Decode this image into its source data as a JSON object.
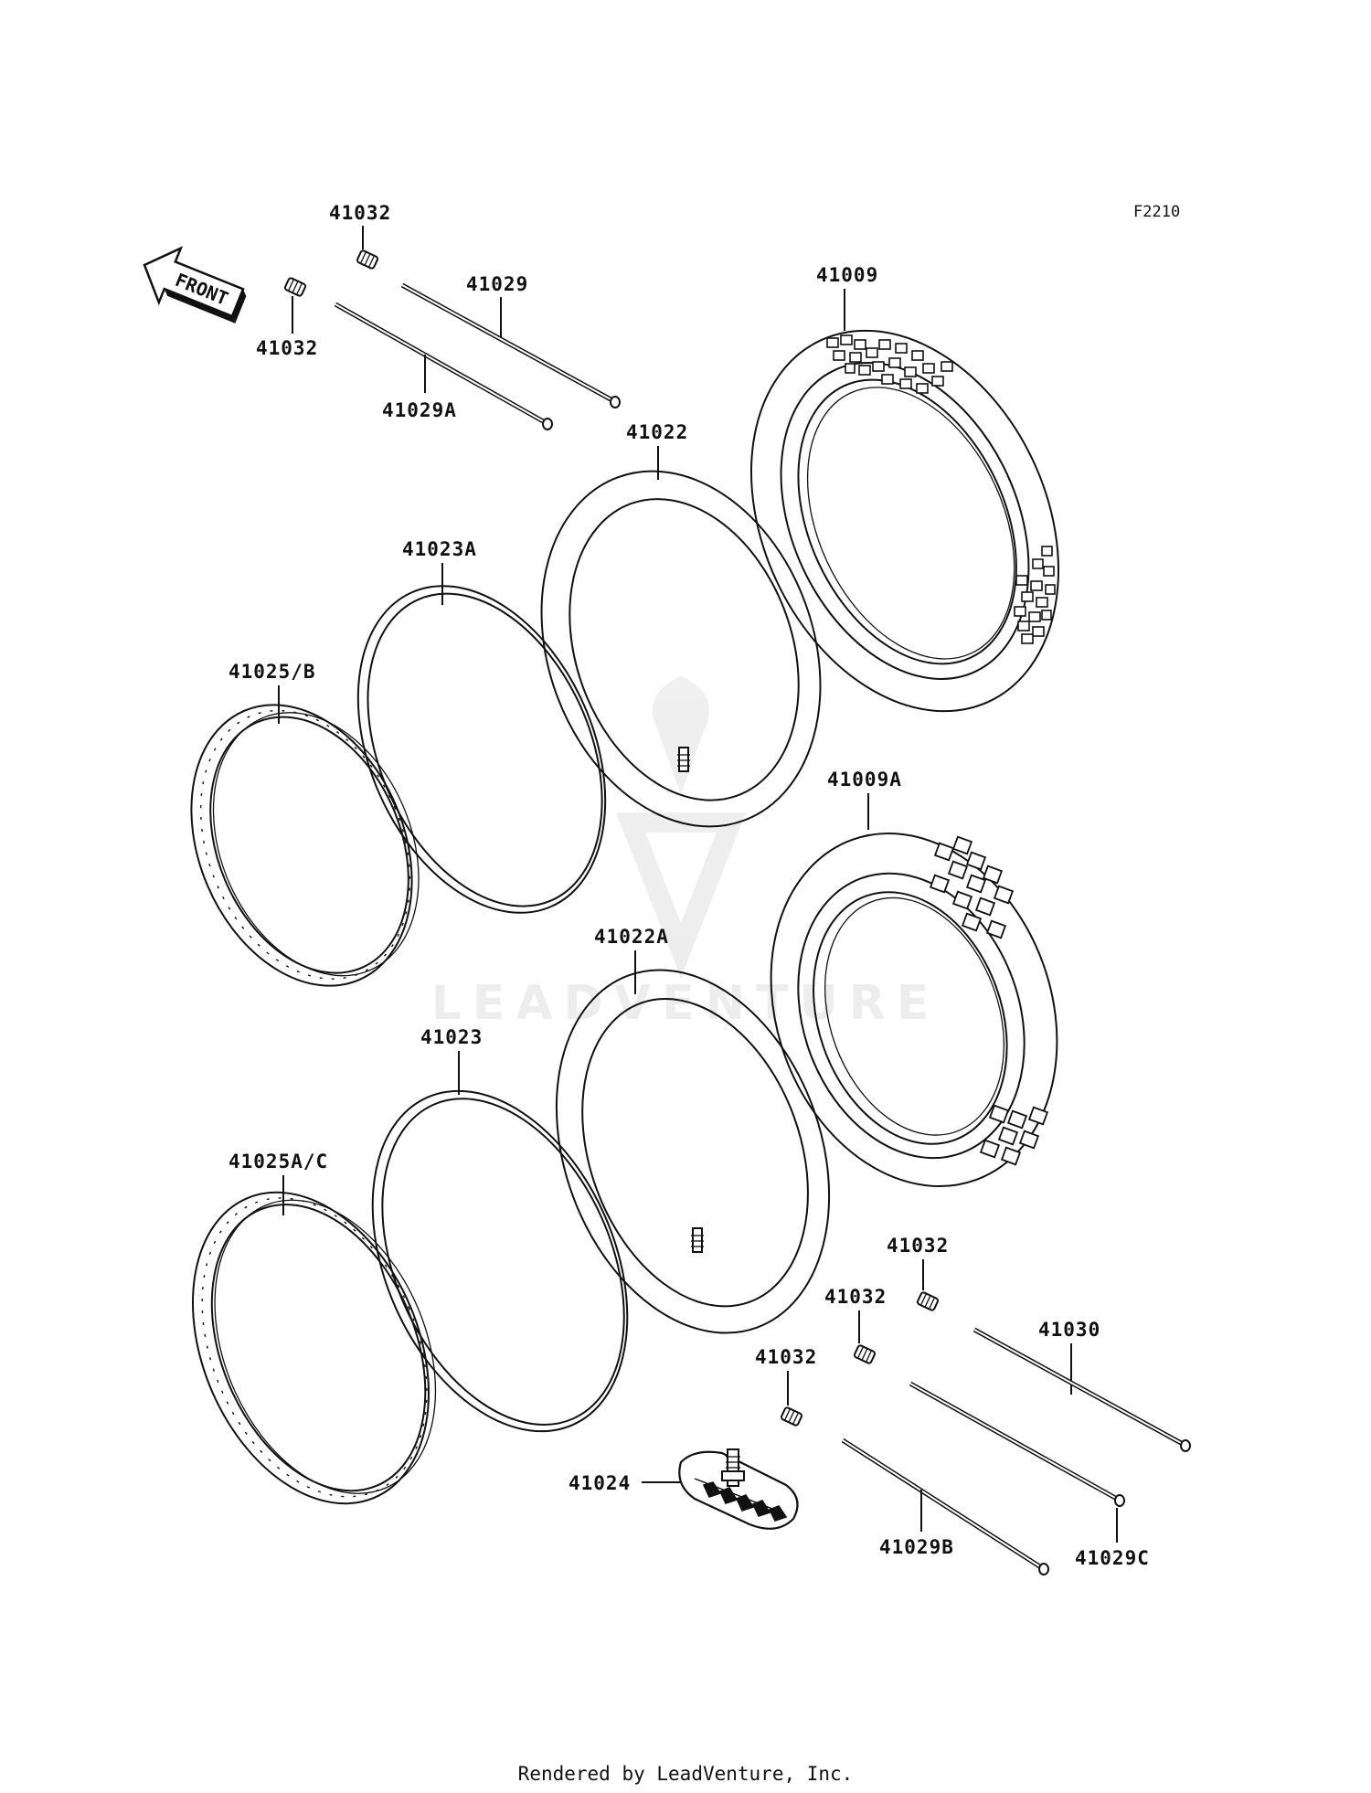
{
  "figure_code": "F2210",
  "front_label": "FRONT",
  "watermark_text": "LEADVENTURE",
  "footer": "Rendered by LeadVenture, Inc.",
  "parts": {
    "valve_cap_top_a": "41032",
    "valve_cap_top_b": "41032",
    "spoke_41029": "41029",
    "spoke_41029a": "41029A",
    "tire_front": "41009",
    "tube_front": "41022",
    "rim_band_a": "41023A",
    "rim_b": "41025/B",
    "tire_rear": "41009A",
    "tube_rear": "41022A",
    "rim_band": "41023",
    "rim_ac": "41025A/C",
    "valve_cap_r1": "41032",
    "valve_cap_r2": "41032",
    "valve_cap_r3": "41032",
    "spoke_41030": "41030",
    "rim_lock": "41024",
    "spoke_41029b": "41029B",
    "spoke_41029c": "41029C"
  }
}
